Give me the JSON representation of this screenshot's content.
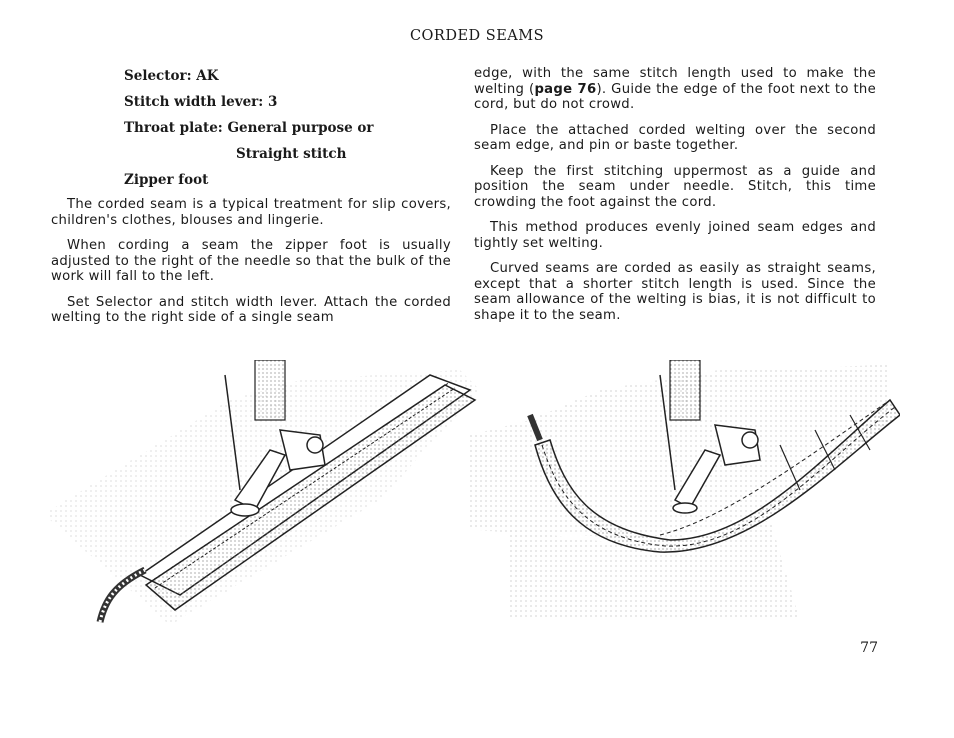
{
  "title": "CORDED SEAMS",
  "settings": {
    "selector": "Selector: AK",
    "stitch_width": "Stitch width lever: 3",
    "throat_plate": "Throat plate: General purpose or",
    "throat_plate_alt": "Straight stitch",
    "foot": "Zipper foot"
  },
  "left_paragraphs": [
    "The corded seam is a typical treatment for slip covers, children's clothes, blouses and lingerie.",
    "When cording a seam the zipper foot is usually adjusted to the right of the needle so that the bulk of the work will fall to the left.",
    "Set Selector and stitch width lever. Attach the corded welting to the right side of a single seam"
  ],
  "right_p1_before": "edge, with the same stitch length used to make the welting (",
  "right_p1_bold": "page 76",
  "right_p1_after": "). Guide the edge of the foot next to the cord, but do not crowd.",
  "right_paragraphs": [
    "Place the attached corded welting over the second seam edge, and pin or baste together.",
    "Keep the first stitching uppermost as a guide and position the seam under needle. Stitch, this time crowding the foot against the cord.",
    "This method produces evenly joined seam edges and tightly set welting.",
    "Curved seams are corded as easily as straight seams, except that a shorter stitch length is used. Since the seam allowance of the welting is bias, it is not difficult to shape it to the seam."
  ],
  "page_number": "77"
}
